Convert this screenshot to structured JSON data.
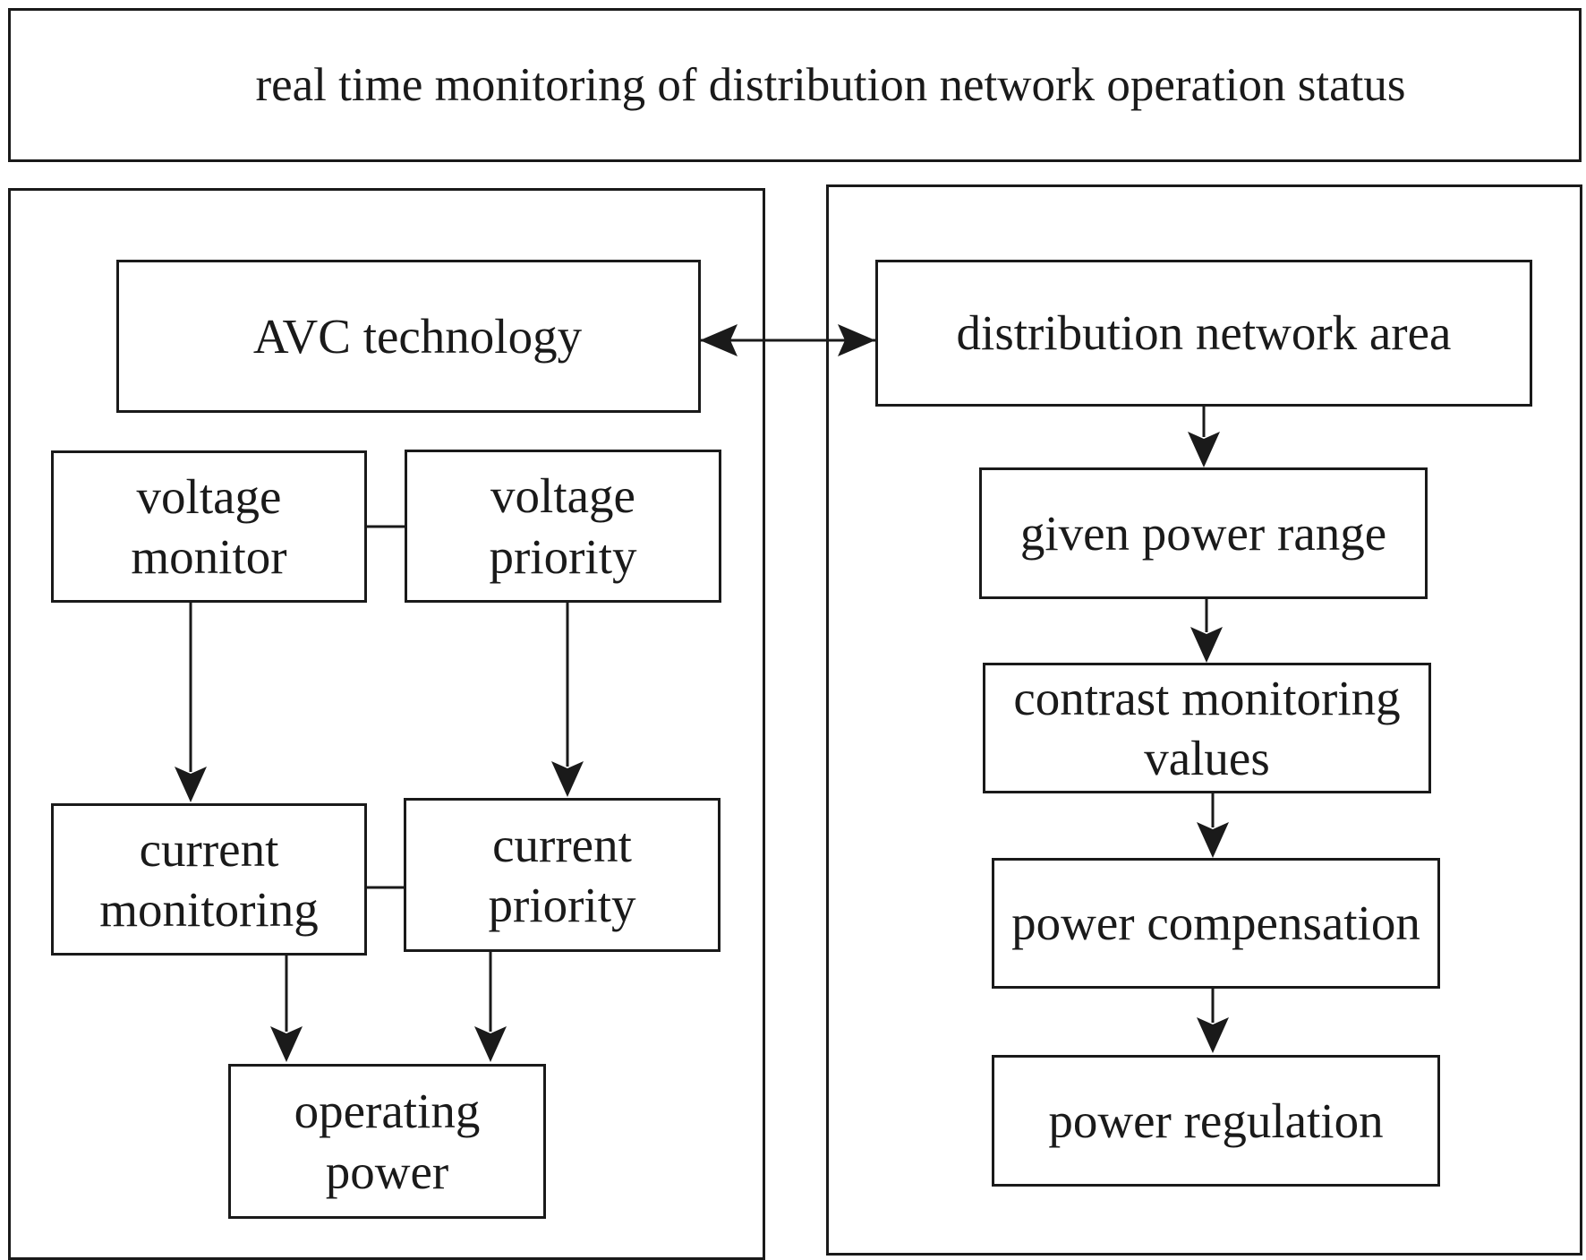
{
  "diagram": {
    "title": "real time monitoring of distribution network operation status",
    "left_panel": {
      "avc_technology": "AVC technology",
      "voltage_monitor": "voltage\nmonitor",
      "voltage_priority": "voltage\npriority",
      "current_monitoring": "current\nmonitoring",
      "current_priority": "current\npriority",
      "operating_power": "operating\npower"
    },
    "right_panel": {
      "distribution_network_area": "distribution network area",
      "given_power_range": "given power range",
      "contrast_monitoring_values": "contrast monitoring\nvalues",
      "power_compensation": "power compensation",
      "power_regulation": "power regulation"
    },
    "line_color": "#1a1a1a"
  }
}
